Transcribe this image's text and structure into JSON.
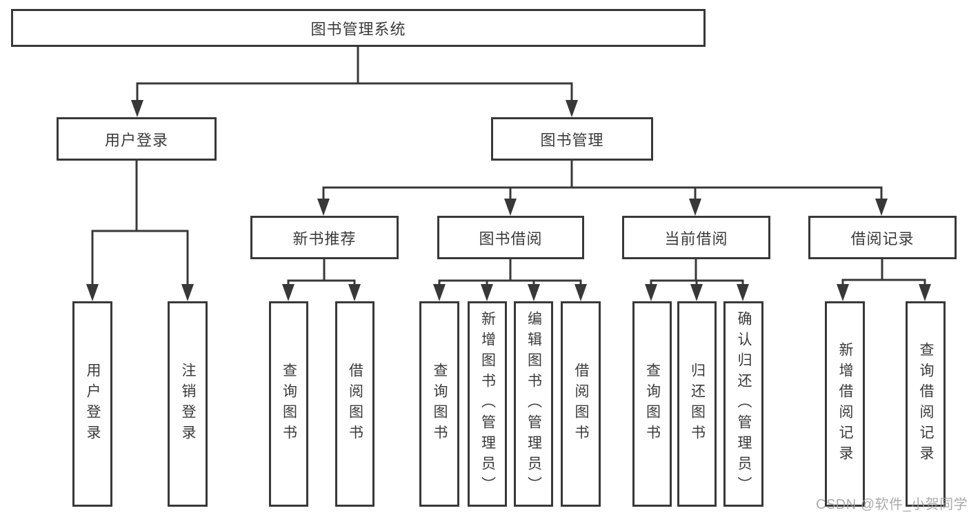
{
  "colors": {
    "line": "#383838",
    "text": "#3a3a3a",
    "background": "#ffffff",
    "watermark": "#9c9c9c"
  },
  "watermark": "CSDN @软件_小贺同学",
  "tree": {
    "root": {
      "label": "图书管理系统"
    },
    "branches": [
      {
        "label": "用户登录",
        "children": [
          {
            "label": "用户登录"
          },
          {
            "label": "注销登录"
          }
        ]
      },
      {
        "label": "图书管理",
        "children": [
          {
            "label": "新书推荐",
            "children": [
              {
                "label": "查询图书"
              },
              {
                "label": "借阅图书"
              }
            ]
          },
          {
            "label": "图书借阅",
            "children": [
              {
                "label": "查询图书"
              },
              {
                "label": "新增图书（管理员）"
              },
              {
                "label": "编辑图书（管理员）"
              },
              {
                "label": "借阅图书"
              }
            ]
          },
          {
            "label": "当前借阅",
            "children": [
              {
                "label": "查询图书"
              },
              {
                "label": "归还图书"
              },
              {
                "label": "确认归还（管理员）"
              }
            ]
          },
          {
            "label": "借阅记录",
            "children": [
              {
                "label": "新增借阅记录"
              },
              {
                "label": "查询借阅记录"
              }
            ]
          }
        ]
      }
    ]
  }
}
